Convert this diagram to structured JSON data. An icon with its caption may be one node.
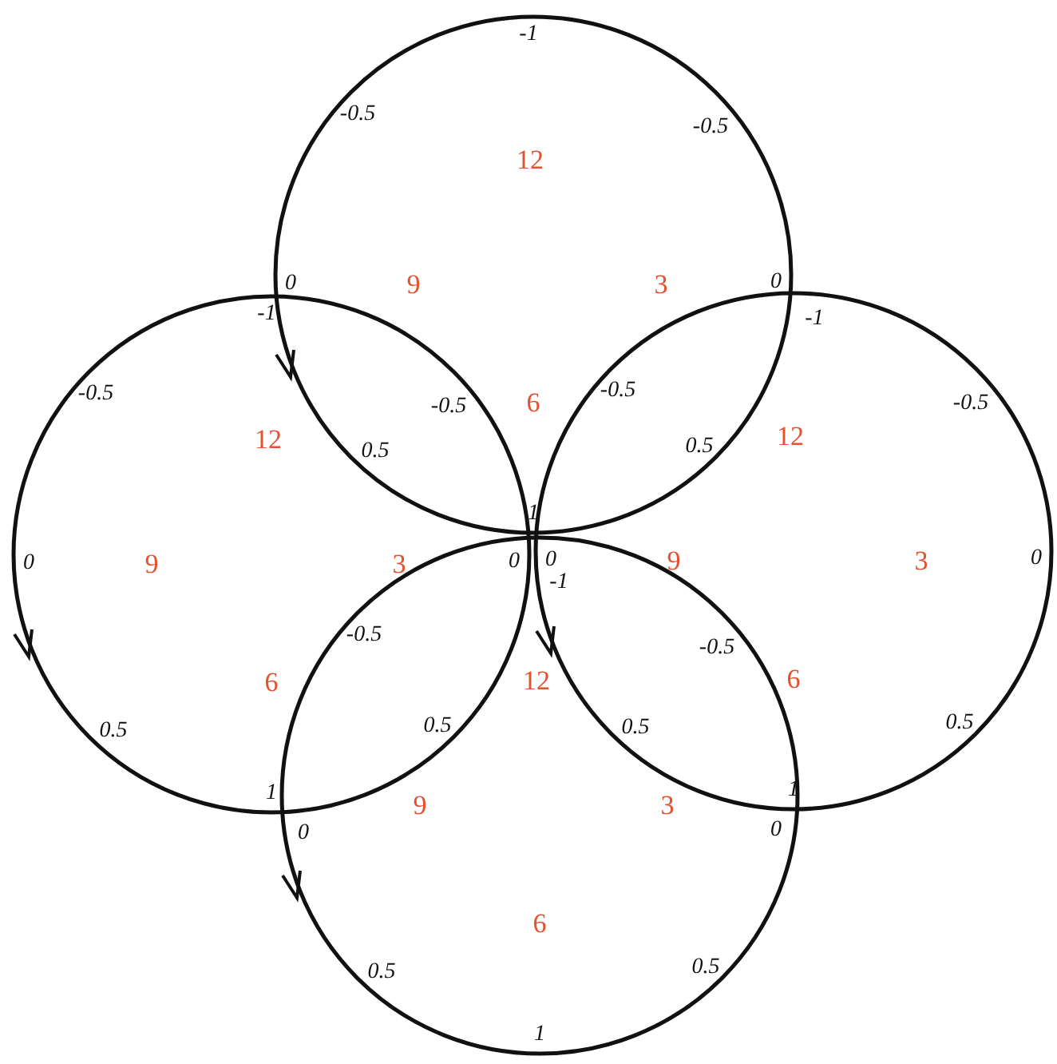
{
  "diagram": {
    "nodes": [
      {
        "text": [
          "12",
          "3",
          "6",
          "9",
          "-1",
          "-0.5",
          "-0.5",
          "0",
          "0",
          "0.5",
          "0.5",
          "1"
        ]
      },
      {
        "text": [
          "12",
          "3",
          "6",
          "9",
          "-1",
          "-0.5",
          "-0.5",
          "0",
          "0",
          "0.5",
          "0.5",
          "1"
        ]
      },
      {
        "text": [
          "12",
          "3",
          "6",
          "9",
          "-1",
          "-0.5",
          "-0.5",
          "0",
          "0",
          "0.5",
          "0.5",
          "1"
        ]
      },
      {
        "text": [
          "12",
          "3",
          "6",
          "9",
          "-1",
          "-0.5",
          "-0.5",
          "0",
          "0",
          "0.5",
          "0.5",
          "1"
        ]
      }
    ],
    "edges": []
  }
}
